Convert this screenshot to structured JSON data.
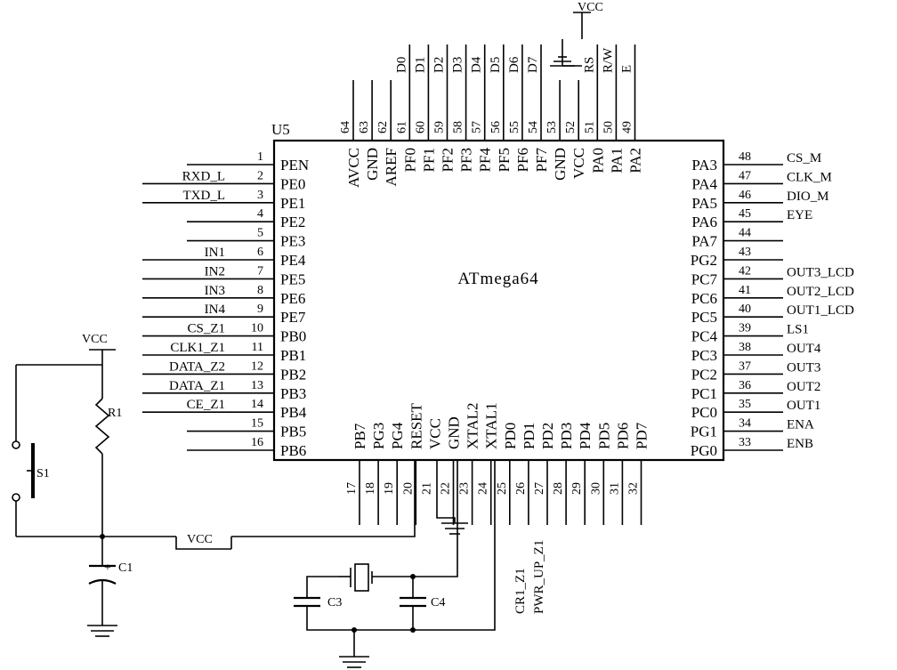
{
  "chip": {
    "ref": "U5",
    "name": "ATmega64",
    "left": [
      {
        "num": "1",
        "name": "PEN",
        "net": ""
      },
      {
        "num": "2",
        "name": "PE0",
        "net": "RXD_L"
      },
      {
        "num": "3",
        "name": "PE1",
        "net": "TXD_L"
      },
      {
        "num": "4",
        "name": "PE2",
        "net": ""
      },
      {
        "num": "5",
        "name": "PE3",
        "net": ""
      },
      {
        "num": "6",
        "name": "PE4",
        "net": "IN1"
      },
      {
        "num": "7",
        "name": "PE5",
        "net": "IN2"
      },
      {
        "num": "8",
        "name": "PE6",
        "net": "IN3"
      },
      {
        "num": "9",
        "name": "PE7",
        "net": "IN4"
      },
      {
        "num": "10",
        "name": "PB0",
        "net": "CS_Z1"
      },
      {
        "num": "11",
        "name": "PB1",
        "net": "CLK1_Z1"
      },
      {
        "num": "12",
        "name": "PB2",
        "net": "DATA_Z2"
      },
      {
        "num": "13",
        "name": "PB3",
        "net": "DATA_Z1"
      },
      {
        "num": "14",
        "name": "PB4",
        "net": "CE_Z1"
      },
      {
        "num": "15",
        "name": "PB5",
        "net": ""
      },
      {
        "num": "16",
        "name": "PB6",
        "net": ""
      }
    ],
    "right": [
      {
        "num": "48",
        "name": "PA3",
        "net": "CS_M"
      },
      {
        "num": "47",
        "name": "PA4",
        "net": "CLK_M"
      },
      {
        "num": "46",
        "name": "PA5",
        "net": "DIO_M"
      },
      {
        "num": "45",
        "name": "PA6",
        "net": "EYE"
      },
      {
        "num": "44",
        "name": "PA7",
        "net": ""
      },
      {
        "num": "43",
        "name": "PG2",
        "net": ""
      },
      {
        "num": "42",
        "name": "PC7",
        "net": "OUT3_LCD"
      },
      {
        "num": "41",
        "name": "PC6",
        "net": "OUT2_LCD"
      },
      {
        "num": "40",
        "name": "PC5",
        "net": "OUT1_LCD"
      },
      {
        "num": "39",
        "name": "PC4",
        "net": "LS1"
      },
      {
        "num": "38",
        "name": "PC3",
        "net": "OUT4"
      },
      {
        "num": "37",
        "name": "PC2",
        "net": "OUT3"
      },
      {
        "num": "36",
        "name": "PC1",
        "net": "OUT2"
      },
      {
        "num": "35",
        "name": "PC0",
        "net": "OUT1"
      },
      {
        "num": "34",
        "name": "PG1",
        "net": "ENA"
      },
      {
        "num": "33",
        "name": "PG0",
        "net": "ENB"
      }
    ],
    "top": [
      {
        "num": "64",
        "name": "AVCC",
        "net": ""
      },
      {
        "num": "63",
        "name": "GND",
        "net": ""
      },
      {
        "num": "62",
        "name": "AREF",
        "net": ""
      },
      {
        "num": "61",
        "name": "PF0",
        "net": "D0"
      },
      {
        "num": "60",
        "name": "PF1",
        "net": "D1"
      },
      {
        "num": "59",
        "name": "PF2",
        "net": "D2"
      },
      {
        "num": "58",
        "name": "PF3",
        "net": "D3"
      },
      {
        "num": "57",
        "name": "PF4",
        "net": "D4"
      },
      {
        "num": "56",
        "name": "PF5",
        "net": "D5"
      },
      {
        "num": "55",
        "name": "PF6",
        "net": "D6"
      },
      {
        "num": "54",
        "name": "PF7",
        "net": "D7"
      },
      {
        "num": "53",
        "name": "GND",
        "net": ""
      },
      {
        "num": "52",
        "name": "VCC",
        "net": ""
      },
      {
        "num": "51",
        "name": "PA0",
        "net": "RS"
      },
      {
        "num": "50",
        "name": "PA1",
        "net": "R/W"
      },
      {
        "num": "49",
        "name": "PA2",
        "net": "E"
      }
    ],
    "bottom": [
      {
        "num": "17",
        "name": "PB7",
        "net": ""
      },
      {
        "num": "18",
        "name": "PG3",
        "net": ""
      },
      {
        "num": "19",
        "name": "PG4",
        "net": ""
      },
      {
        "num": "20",
        "name": "RESET",
        "net": ""
      },
      {
        "num": "21",
        "name": "VCC",
        "net": ""
      },
      {
        "num": "22",
        "name": "GND",
        "net": ""
      },
      {
        "num": "23",
        "name": "XTAL2",
        "net": ""
      },
      {
        "num": "24",
        "name": "XTAL1",
        "net": ""
      },
      {
        "num": "25",
        "name": "PD0",
        "net": ""
      },
      {
        "num": "26",
        "name": "PD1",
        "net": "CR1_Z1"
      },
      {
        "num": "27",
        "name": "PD2",
        "net": "PWR_UP_Z1"
      },
      {
        "num": "28",
        "name": "PD3",
        "net": ""
      },
      {
        "num": "29",
        "name": "PD4",
        "net": ""
      },
      {
        "num": "30",
        "name": "PD5",
        "net": ""
      },
      {
        "num": "31",
        "name": "PD6",
        "net": ""
      },
      {
        "num": "32",
        "name": "PD7",
        "net": ""
      }
    ]
  },
  "labels": {
    "vcc_top": "VCC",
    "vcc_reset": "VCC",
    "vcc_bus": "VCC",
    "r1": "R1",
    "s1": "S1",
    "c1": "C1",
    "c1_plus": "+",
    "c3": "C3",
    "c4": "C4"
  }
}
